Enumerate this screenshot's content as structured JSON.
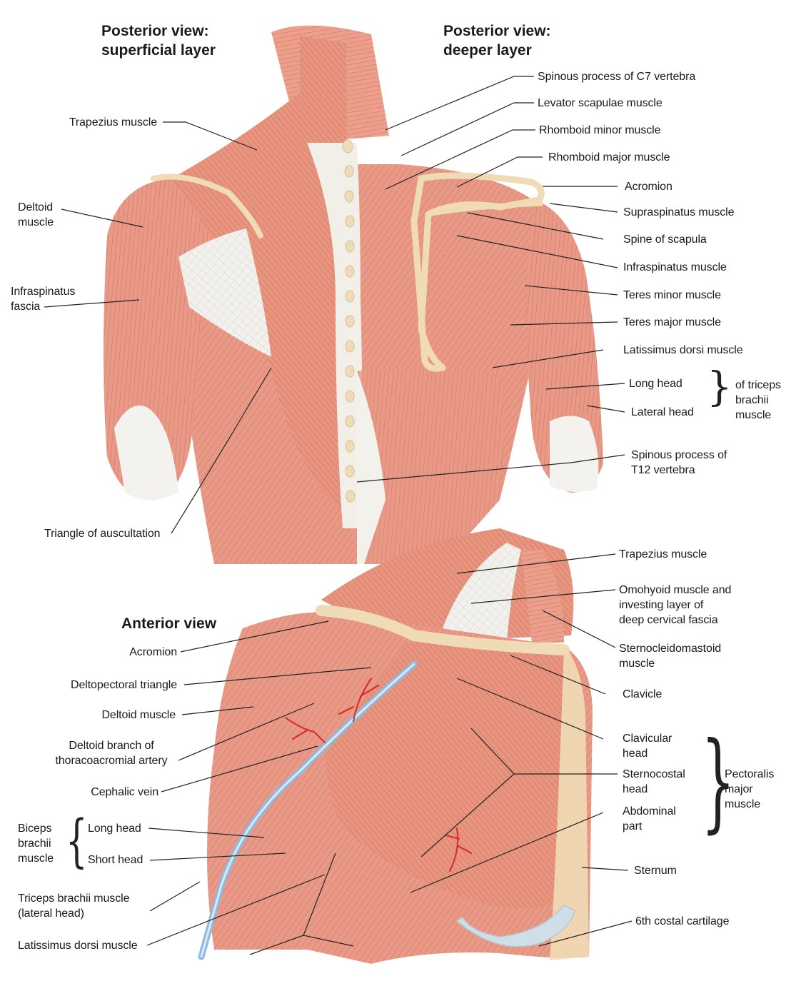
{
  "titles": {
    "superficial": [
      "Posterior view:",
      "superficial layer"
    ],
    "deeper": [
      "Posterior view:",
      "deeper layer"
    ],
    "anterior": "Anterior view"
  },
  "colors": {
    "muscle": "#e99a87",
    "muscle_dark": "#c86a58",
    "tendon": "#f3ead8",
    "bone": "#efdcb6",
    "fascia": "#f1f1ee",
    "vein": "#8fb9dd",
    "artery": "#d9302a",
    "cartilage": "#cfdfe8"
  },
  "posterior_superficial": {
    "trapezius": "Trapezius muscle",
    "deltoid": [
      "Deltoid",
      "muscle"
    ],
    "infraspinatus_fascia": [
      "Infraspinatus",
      "fascia"
    ],
    "triangle": "Triangle of auscultation"
  },
  "posterior_deeper": {
    "c7": "Spinous process of C7 vertebra",
    "levator": "Levator scapulae muscle",
    "rhomboid_minor": "Rhomboid minor muscle",
    "rhomboid_major": "Rhomboid major muscle",
    "acromion": "Acromion",
    "supraspinatus": "Supraspinatus muscle",
    "spine_scapula": "Spine of scapula",
    "infraspinatus": "Infraspinatus muscle",
    "teres_minor": "Teres minor muscle",
    "teres_major": "Teres major muscle",
    "latissimus": "Latissimus dorsi muscle",
    "long_head": "Long head",
    "lateral_head": "Lateral head",
    "triceps_group": [
      "of triceps",
      "brachii",
      "muscle"
    ],
    "t12": [
      "Spinous process of",
      "T12 vertebra"
    ]
  },
  "anterior": {
    "trapezius": "Trapezius muscle",
    "omohyoid": [
      "Omohyoid muscle and",
      "investing layer of",
      "deep cervical fascia"
    ],
    "scm": [
      "Sternocleidomastoid",
      "muscle"
    ],
    "clavicle": "Clavicle",
    "clavicular_head": [
      "Clavicular",
      "head"
    ],
    "sternocostal_head": [
      "Sternocostal",
      "head"
    ],
    "abdominal_part": [
      "Abdominal",
      "part"
    ],
    "pectoralis_group": [
      "Pectoralis",
      "major",
      "muscle"
    ],
    "sternum": "Sternum",
    "costal_cartilage": "6th costal cartilage",
    "acromion": "Acromion",
    "deltopectoral": "Deltopectoral triangle",
    "deltoid": "Deltoid muscle",
    "deltoid_branch": [
      "Deltoid branch of",
      "thoracoacromial artery"
    ],
    "cephalic": "Cephalic vein",
    "biceps_group": [
      "Biceps",
      "brachii",
      "muscle"
    ],
    "long_head": "Long head",
    "short_head": "Short head",
    "triceps": [
      "Triceps brachii muscle",
      "(lateral head)"
    ],
    "latissimus": "Latissimus dorsi muscle"
  }
}
